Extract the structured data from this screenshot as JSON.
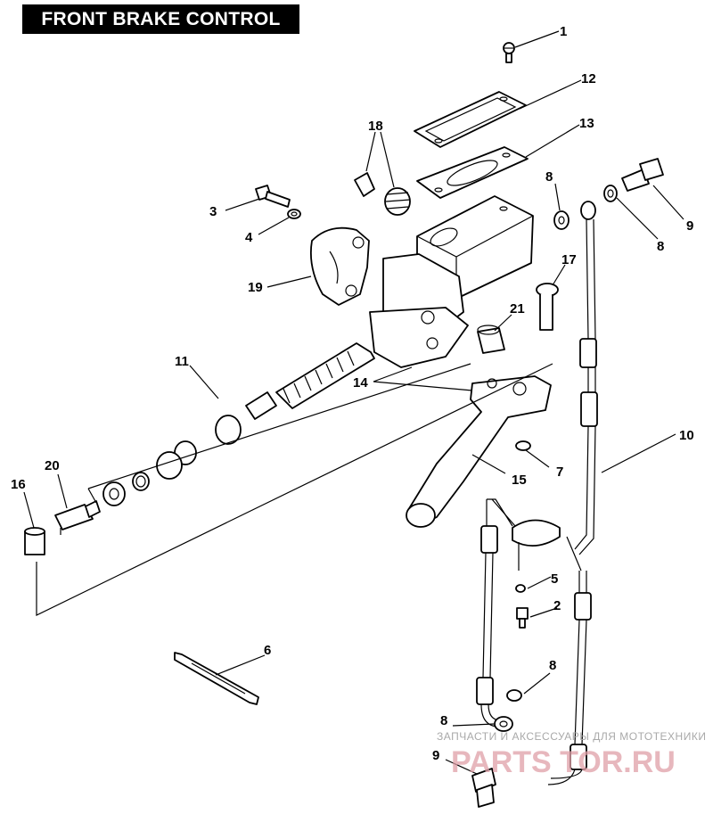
{
  "title": "FRONT BRAKE CONTROL",
  "callouts": {
    "c1": "1",
    "c2": "2",
    "c3": "3",
    "c4": "4",
    "c5": "5",
    "c6": "6",
    "c7": "7",
    "c8a": "8",
    "c8b": "8",
    "c8c": "8",
    "c8d": "8",
    "c9a": "9",
    "c9b": "9",
    "c10": "10",
    "c11": "11",
    "c12": "12",
    "c13": "13",
    "c14": "14",
    "c15": "15",
    "c16": "16",
    "c17": "17",
    "c18": "18",
    "c19": "19",
    "c20": "20",
    "c21": "21"
  },
  "watermark": {
    "line1": "ЗАПЧАСТИ И АКСЕССУАРЫ ДЛЯ МОТОТЕХНИКИ",
    "line2": "PARTS  TOR.RU"
  },
  "colors": {
    "ink": "#000000",
    "watermark_text": "#a9a9a9",
    "watermark_logo": "#e0a0a8"
  }
}
